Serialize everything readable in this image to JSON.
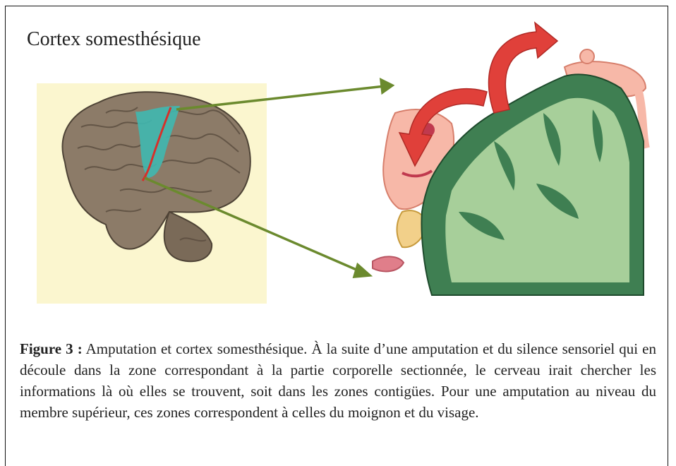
{
  "figure": {
    "panel_title": "Cortex somesthésique",
    "caption_label": "Figure 3 :",
    "caption_text": " Amputation et cortex somesthésique. À la suite d’une amputation et du silence sensoriel qui en découle dans la zone correspondant à la partie corporelle sectionnée, le cerveau irait chercher les informations là où elles se trouvent, soit dans les zones contigües. Pour une amputation au niveau du membre supérieur, ces zones correspondent à celles du moignon et du visage."
  },
  "colors": {
    "brain_background": "#fbf6cf",
    "brain_tissue": "#8c7b68",
    "somatosensory_strip": "#3fb8b0",
    "central_sulcus": "#d6302a",
    "connector_arrows": "#6b8a2e",
    "cortex_section": "#3f7f52",
    "cortex_section_inner": "#a7cf9a",
    "homunculus_skin": "#f7b8a8",
    "remap_arrows": "#e0403a"
  },
  "icons": [
    "brain-illustration",
    "cortex-cross-section",
    "homunculus-figure",
    "remapping-arrow"
  ]
}
